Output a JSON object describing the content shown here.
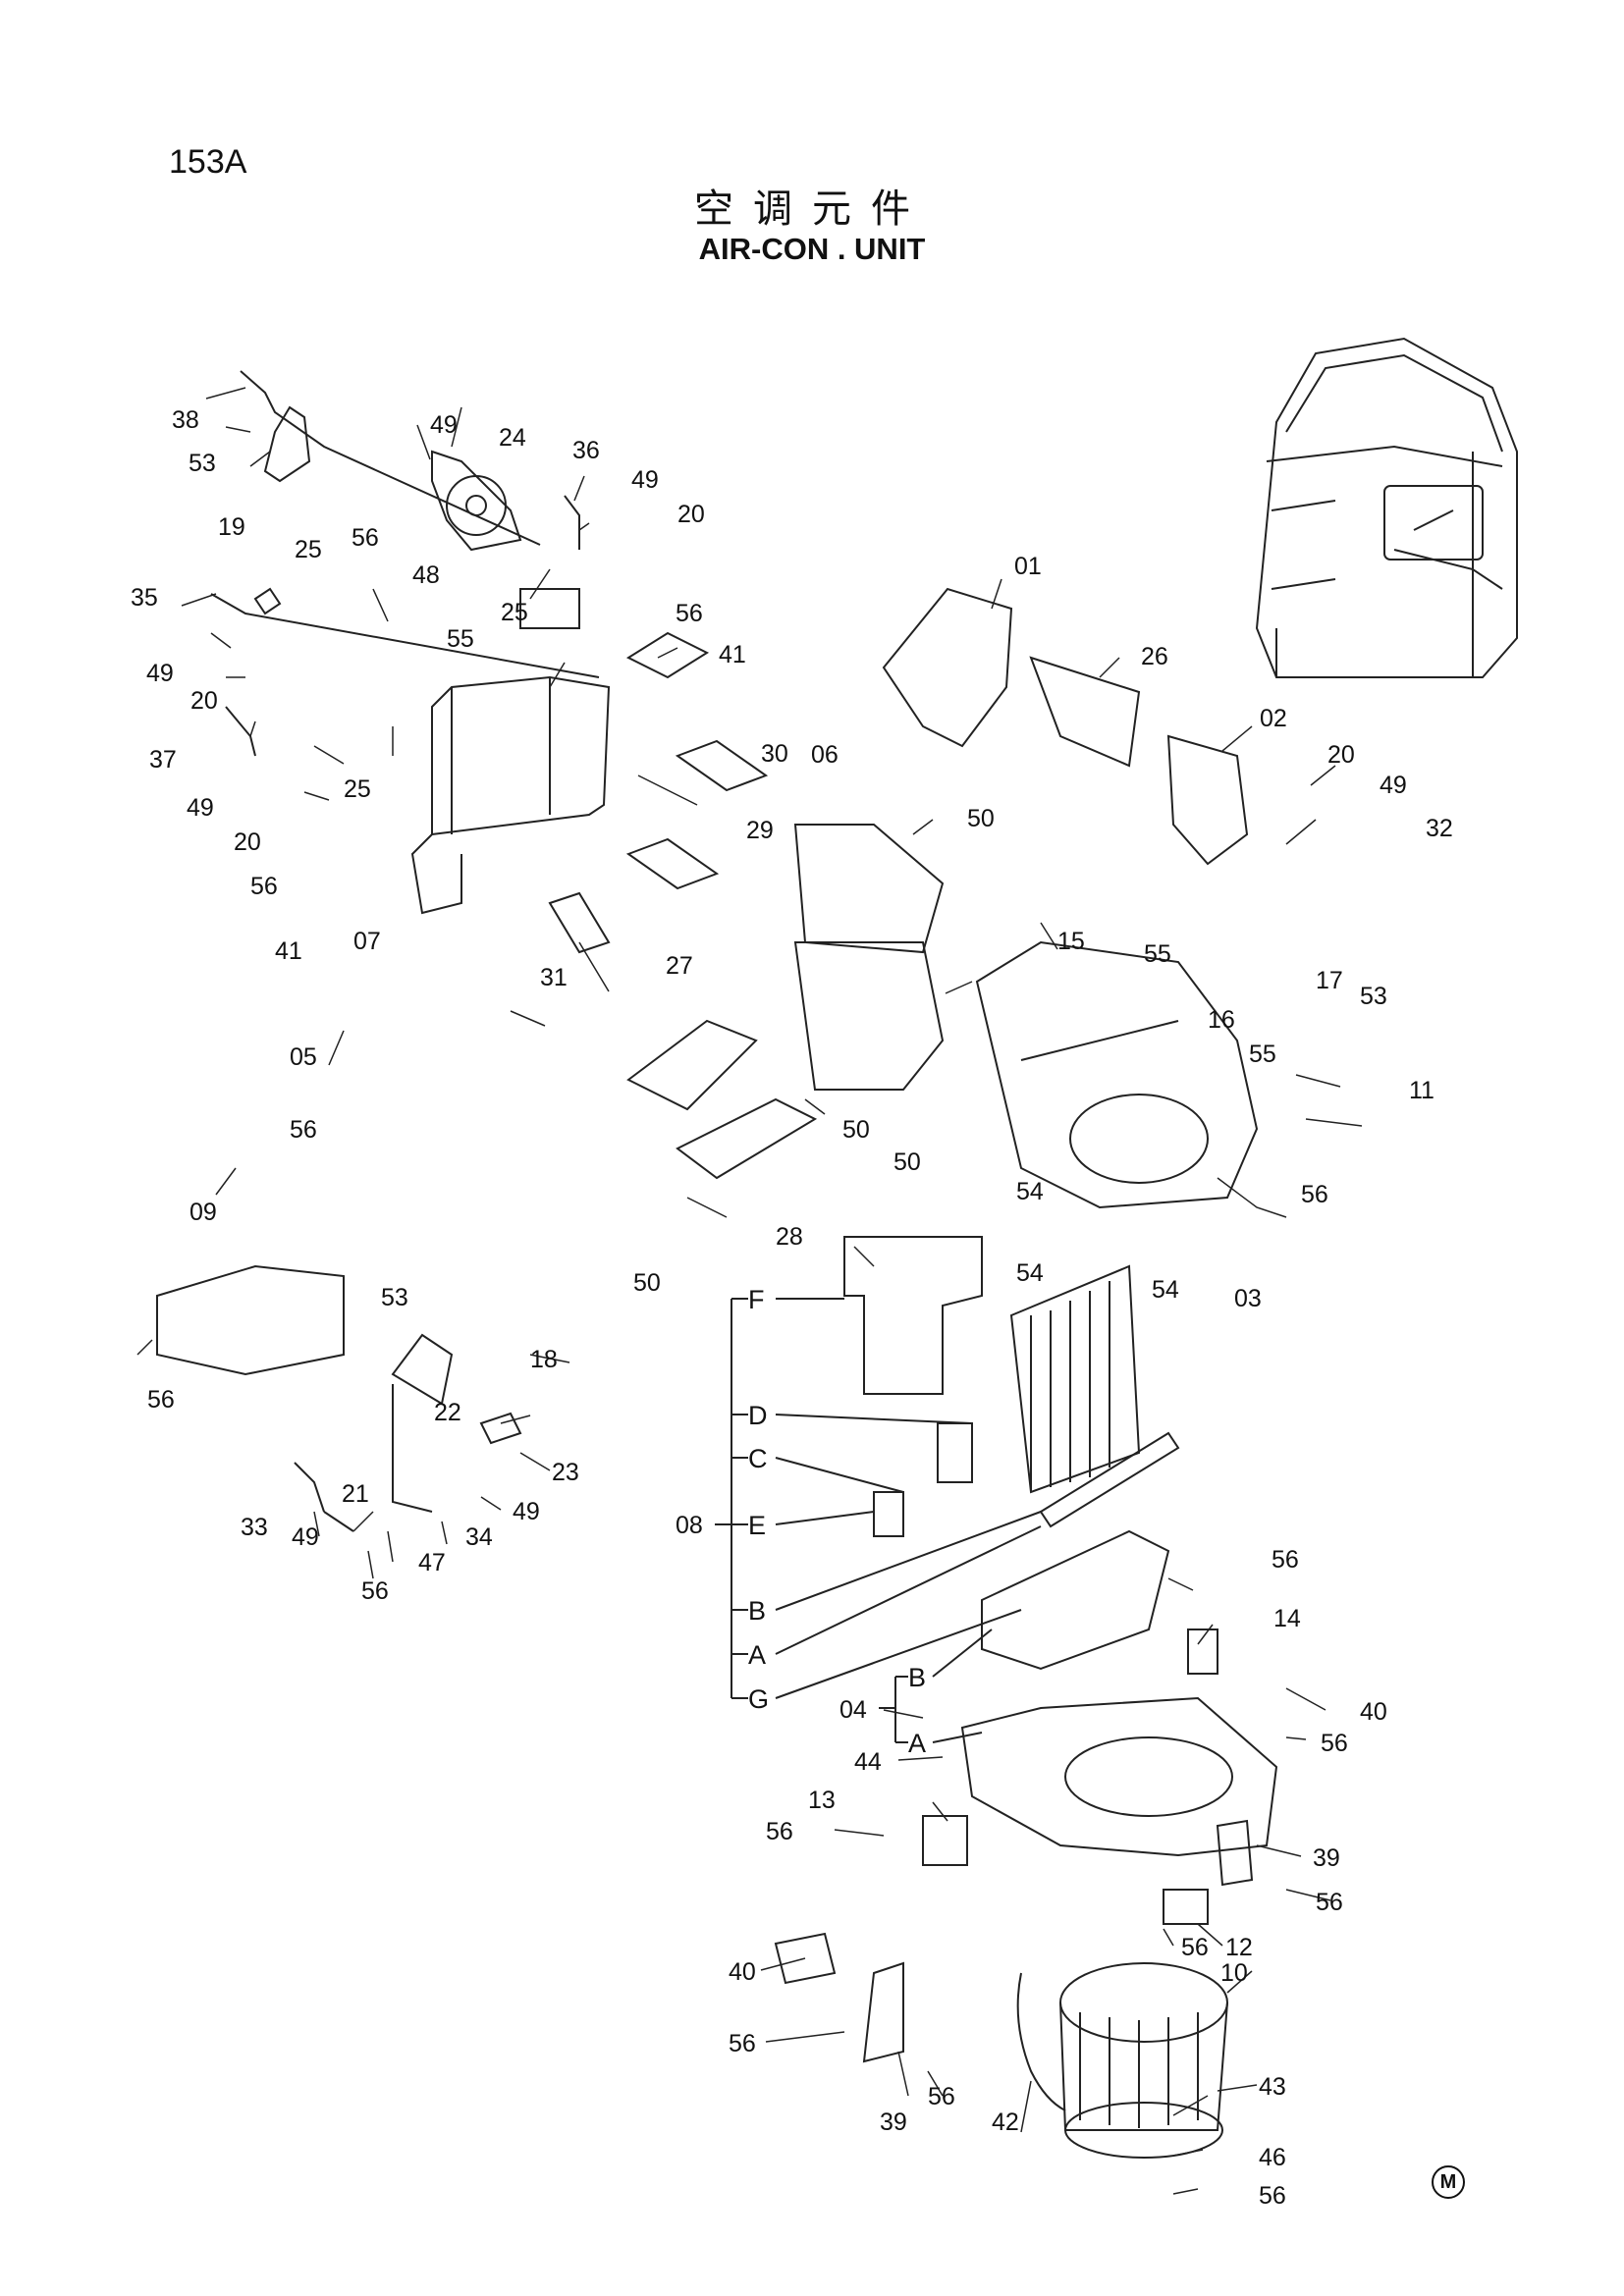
{
  "header": {
    "page_number": "153A",
    "title_cn": "空调元件",
    "title_en": "AIR-CON . UNIT"
  },
  "footer": {
    "mark": "M"
  },
  "callouts": {
    "c38": "38",
    "c53a": "53",
    "c19": "19",
    "c49a": "49",
    "c24": "24",
    "c56a": "56",
    "c48": "48",
    "c36": "36",
    "c49b": "49",
    "c20a": "20",
    "c25a": "25",
    "c35": "35",
    "c49c": "49",
    "c20b": "20",
    "c25b": "25",
    "c55a": "55",
    "c56b": "56",
    "c41a": "41",
    "c37": "37",
    "c49d": "49",
    "c25c": "25",
    "c20c": "20",
    "c56c": "56",
    "c41b": "41",
    "c07": "07",
    "c30": "30",
    "c29": "29",
    "c31": "31",
    "c01": "01",
    "c26": "26",
    "c02": "02",
    "c20d": "20",
    "c49e": "49",
    "c32": "32",
    "c06": "06",
    "c50a": "50",
    "c15": "15",
    "c55b": "55",
    "c17": "17",
    "c53b": "53",
    "c16": "16",
    "c55c": "55",
    "c27": "27",
    "c05": "05",
    "c56d": "56",
    "c50b": "50",
    "c50c": "50",
    "c11": "11",
    "c56e": "56",
    "c54a": "54",
    "c54b": "54",
    "c54c": "54",
    "c03": "03",
    "c09": "09",
    "c28": "28",
    "c50d": "50",
    "c53c": "53",
    "c18": "18",
    "c56f": "56",
    "c22": "22",
    "c23": "23",
    "c21": "21",
    "c33": "33",
    "c49f": "49",
    "c49g": "49",
    "c34": "34",
    "c47": "47",
    "c56g": "56",
    "c08": "08",
    "lF": "F",
    "lD": "D",
    "lC": "C",
    "lE": "E",
    "lB": "B",
    "lA": "A",
    "lG": "G",
    "c56h": "56",
    "c14": "14",
    "c04": "04",
    "lB2": "B",
    "lA2": "A",
    "c40a": "40",
    "c56i": "56",
    "c44": "44",
    "c13": "13",
    "c56j": "56",
    "c39a": "39",
    "c56k": "56",
    "c56l": "56",
    "c12": "12",
    "c40b": "40",
    "c10": "10",
    "c56m": "56",
    "c56n": "56",
    "c39b": "39",
    "c42": "42",
    "c43": "43",
    "c46": "46",
    "c56o": "56"
  }
}
